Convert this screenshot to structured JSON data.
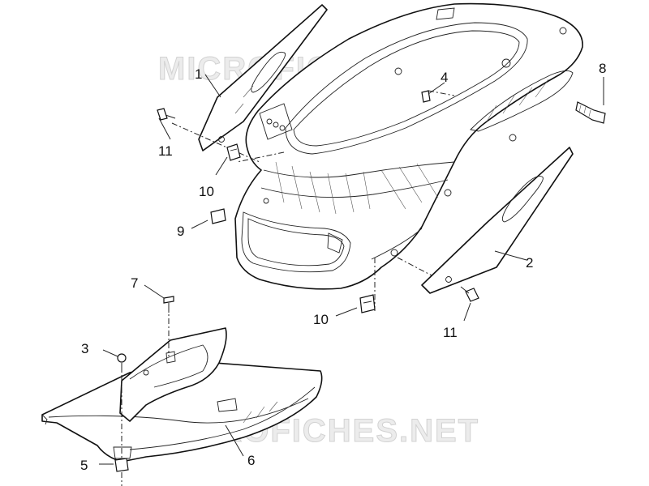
{
  "watermark": "MICROFICHES.NET",
  "callouts": {
    "c1": "1",
    "c2": "2",
    "c3": "3",
    "c4": "4",
    "c5": "5",
    "c6": "6",
    "c7": "7",
    "c8": "8",
    "c9": "9",
    "c10a": "10",
    "c10b": "10",
    "c11a": "11",
    "c11b": "11"
  }
}
